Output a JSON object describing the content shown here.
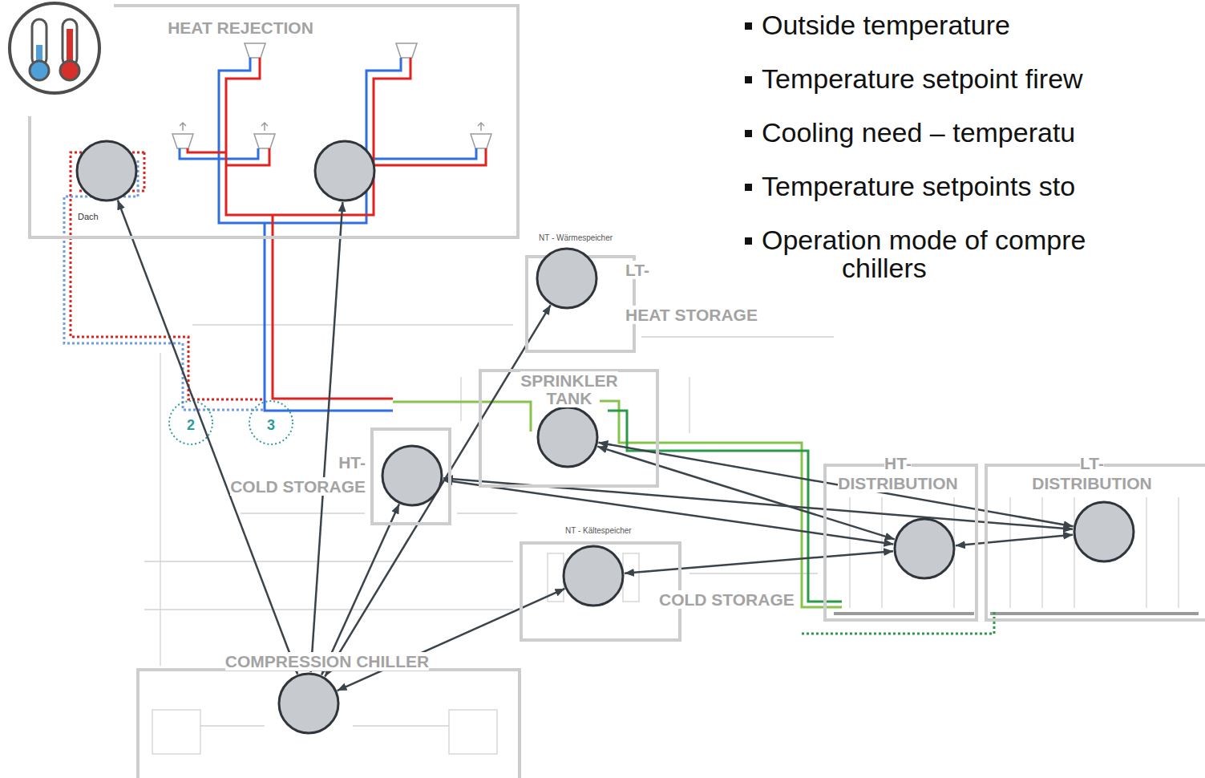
{
  "diagram": {
    "nodes": [
      {
        "text": [
          "HEAT REJECTION"
        ]
      },
      {
        "text": [],
        "in": 0
      },
      {
        "text": [],
        "in": 0
      },
      {
        "text": [
          "LT- HEAT STORAGE"
        ]
      },
      {
        "text": [],
        "in": 3
      },
      {
        "text": [
          "SPRINKLER TANK"
        ]
      },
      {
        "text": [],
        "in": 5
      },
      {
        "text": [
          "HT- COLD STORAGE"
        ]
      },
      {
        "text": [],
        "in": 7
      },
      {
        "text": [
          "HT- DISTRIBUTION"
        ]
      },
      {
        "text": [],
        "in": 9
      },
      {
        "text": [
          "LT- DISTRIBUTION"
        ]
      },
      {
        "text": [],
        "in": 11
      },
      {
        "text": [
          "COLD STORAGE"
        ]
      },
      {
        "text": [],
        "in": 13
      },
      {
        "text": [
          "COMPRESSION CHILLER"
        ]
      },
      {
        "text": [],
        "in": 15
      }
    ],
    "edges": [
      {
        "from": 1,
        "to": 16,
        "arrow": "both"
      },
      {
        "from": 2,
        "to": 16,
        "arrow": "both"
      },
      {
        "from": 4,
        "to": 16,
        "arrow": "both"
      },
      {
        "from": 8,
        "to": 16,
        "arrow": "both"
      },
      {
        "from": 14,
        "to": 16,
        "arrow": "both"
      },
      {
        "from": 6,
        "to": 10,
        "arrow": "both"
      },
      {
        "from": 6,
        "to": 12,
        "arrow": "both"
      },
      {
        "from": 8,
        "to": 10,
        "arrow": "both"
      },
      {
        "from": 8,
        "to": 12,
        "arrow": "both"
      },
      {
        "from": 14,
        "to": 10,
        "arrow": "both"
      },
      {
        "from": 10,
        "to": 12,
        "arrow": "both"
      }
    ],
    "labels": [
      "Outside temperature",
      "Temperature setpoint firew",
      "Cooling need – temperatu",
      "Temperature setpoints sto",
      "Operation mode of compre chillers",
      "Dach",
      "NT - Wärmespeicher",
      "2",
      "3",
      "NT - Kältespeicher"
    ]
  }
}
